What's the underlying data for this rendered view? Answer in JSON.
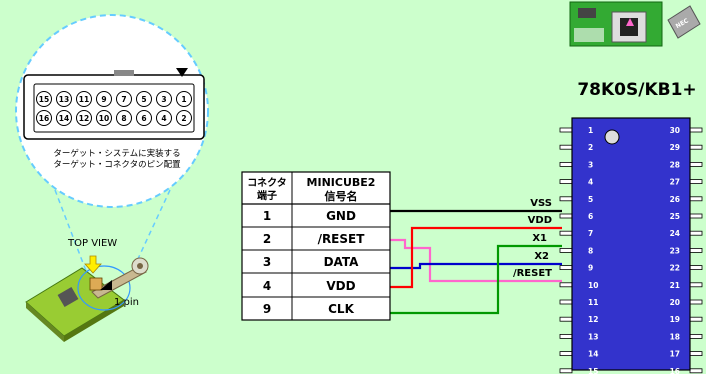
{
  "connector_note": {
    "line1": "ターゲット・システムに実装する",
    "line2": "ターゲット・コネクタのピン配置"
  },
  "connector_pins": {
    "top_row": [
      "15",
      "13",
      "11",
      "9",
      "7",
      "5",
      "3",
      "1"
    ],
    "bottom_row": [
      "16",
      "14",
      "12",
      "10",
      "8",
      "6",
      "4",
      "2"
    ]
  },
  "top_view_label": "TOP VIEW",
  "pin1_label": "1 pin",
  "board_badge": "NEC",
  "table": {
    "header_col1_line1": "コネクタ",
    "header_col1_line2": "端子",
    "header_col2_line1": "MINICUBE2",
    "header_col2_line2": "信号名",
    "rows": [
      {
        "pin": "1",
        "signal": "GND"
      },
      {
        "pin": "2",
        "signal": "/RESET"
      },
      {
        "pin": "3",
        "signal": "DATA"
      },
      {
        "pin": "4",
        "signal": "VDD"
      },
      {
        "pin": "9",
        "signal": "CLK"
      }
    ]
  },
  "chip": {
    "title": "78K0S/KB1+",
    "left_pins": [
      "1",
      "2",
      "3",
      "4",
      "5",
      "6",
      "7",
      "8",
      "9",
      "10",
      "11",
      "12",
      "13",
      "14",
      "15"
    ],
    "right_pins": [
      "30",
      "29",
      "28",
      "27",
      "26",
      "25",
      "24",
      "23",
      "22",
      "21",
      "20",
      "19",
      "18",
      "17",
      "16"
    ]
  },
  "wire_labels": {
    "vss": "VSS",
    "vdd": "VDD",
    "x1": "X1",
    "x2": "X2",
    "reset": "/RESET"
  },
  "colors": {
    "background": "#ccffcc",
    "chip_fill": "#3333cc",
    "gnd_wire": "#000000",
    "reset_wire": "#ff66cc",
    "data_wire": "#0000cc",
    "vdd_wire": "#ff0000",
    "clk_wire": "#009900",
    "callout_line": "#66ccff"
  }
}
